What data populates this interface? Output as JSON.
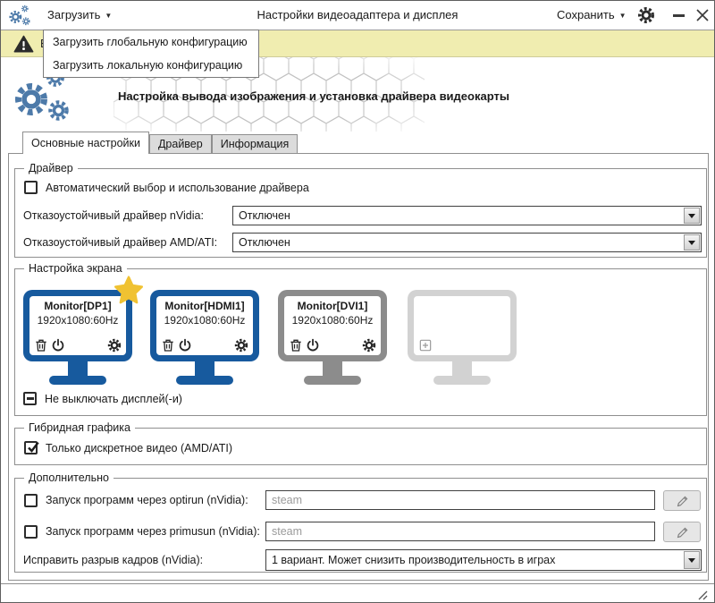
{
  "window": {
    "title": "Настройки видеоадаптера и дисплея",
    "load_menu_label": "Загрузить",
    "save_menu_label": "Сохранить",
    "caret": "▼"
  },
  "load_dropdown": {
    "items": [
      {
        "label": "Загрузить глобальную конфигурацию"
      },
      {
        "label": "Загрузить локальную конфигурацию"
      }
    ]
  },
  "warning_bar": {
    "visible_text": "В"
  },
  "header": {
    "title": "Настройка вывода изображения и установка драйвера видеокарты"
  },
  "tabs": [
    {
      "label": "Основные настройки",
      "active": true
    },
    {
      "label": "Драйвер",
      "active": false
    },
    {
      "label": "Информация",
      "active": false
    }
  ],
  "driver_group": {
    "legend": "Драйвер",
    "auto_driver_label": "Автоматический выбор и использование драйвера",
    "auto_driver_checked": false,
    "nvidia_failsafe_label": "Отказоустойчивый драйвер nVidia:",
    "nvidia_failsafe_value": "Отключен",
    "amd_failsafe_label": "Отказоустойчивый драйвер AMD/ATI:",
    "amd_failsafe_value": "Отключен"
  },
  "screen_group": {
    "legend": "Настройка экрана",
    "monitors": [
      {
        "name": "Monitor[DP1]",
        "resolution": "1920x1080:60Hz",
        "primary": true,
        "state": "active"
      },
      {
        "name": "Monitor[HDMI1]",
        "resolution": "1920x1080:60Hz",
        "primary": false,
        "state": "active"
      },
      {
        "name": "Monitor[DVI1]",
        "resolution": "1920x1080:60Hz",
        "primary": false,
        "state": "inactive"
      }
    ],
    "keep_on_label": "Не выключать дисплей(-и)",
    "keep_on_state": "indeterminate"
  },
  "hybrid_group": {
    "legend": "Гибридная графика",
    "discrete_only_label": "Только дискретное видео (AMD/ATI)",
    "discrete_only_checked": true
  },
  "extra_group": {
    "legend": "Дополнительно",
    "optirun_label": "Запуск программ через optirun (nVidia):",
    "optirun_placeholder": "steam",
    "optirun_checked": false,
    "primusun_label": "Запуск программ через primusun (nVidia):",
    "primusun_placeholder": "steam",
    "primusun_checked": false,
    "tearing_label": "Исправить разрыв кадров (nVidia):",
    "tearing_value": "1 вариант. Может снизить производительность в играх"
  },
  "colors": {
    "monitor_active": "#175a9e",
    "monitor_inactive": "#8c8c8c",
    "monitor_empty": "#d2d2d2",
    "star_gold": "#f0c232",
    "warning_bg": "#f0edb0",
    "logo_blue": "#4d7aa9"
  }
}
